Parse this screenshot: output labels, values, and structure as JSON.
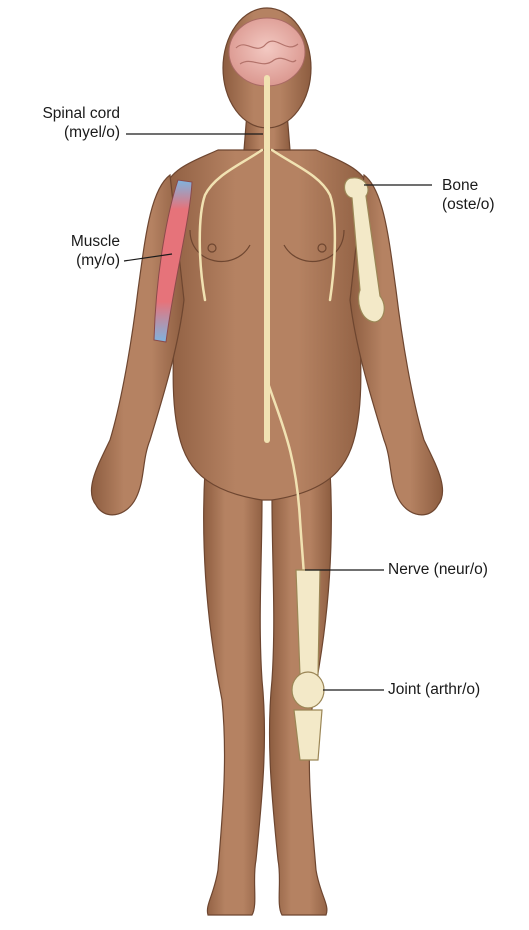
{
  "labels": {
    "spinal_cord": {
      "name": "Spinal cord",
      "root": "(myel/o)"
    },
    "muscle": {
      "name": "Muscle",
      "root": "(my/o)"
    },
    "bone": {
      "name": "Bone",
      "root": "(oste/o)"
    },
    "nerve": {
      "text": "Nerve (neur/o)"
    },
    "joint": {
      "text": "Joint (arthr/o)"
    }
  },
  "colors": {
    "skin": "#b07d5b",
    "skin_shadow": "#8f5f42",
    "nerve": "#f1e2b2",
    "bone": "#f3e9c8",
    "muscle_red": "#e8747a",
    "muscle_blue": "#7fb3df",
    "brain": "#e8b4ae"
  }
}
